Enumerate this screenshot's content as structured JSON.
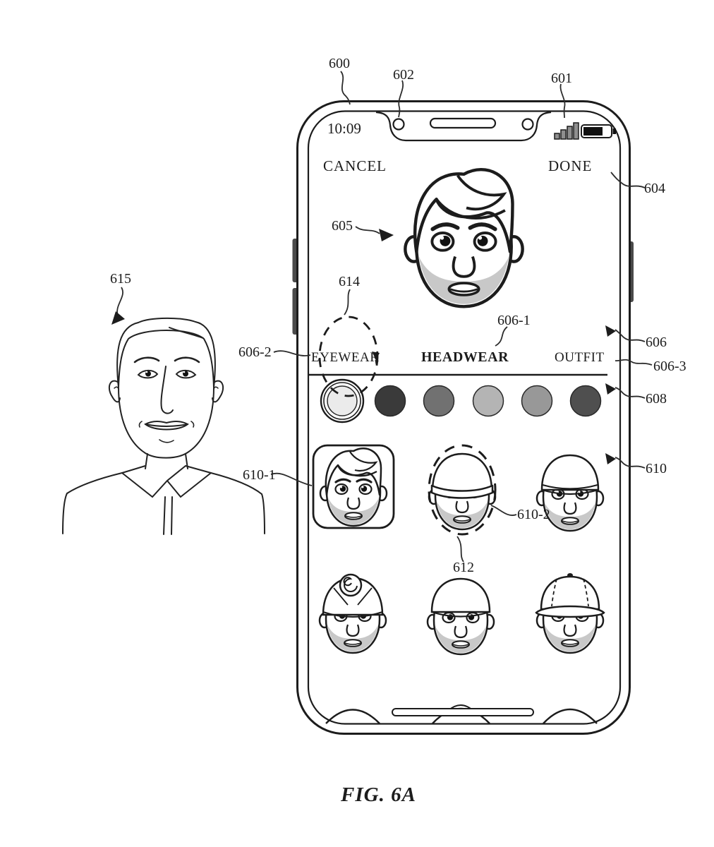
{
  "figure": {
    "caption": "FIG. 6A"
  },
  "reference_labels": {
    "600": "600",
    "601": "601",
    "602": "602",
    "604": "604",
    "605": "605",
    "606": "606",
    "606-1": "606-1",
    "606-2": "606-2",
    "606-3": "606-3",
    "608": "608",
    "610": "610",
    "610-1": "610-1",
    "610-2": "610-2",
    "612": "612",
    "614": "614",
    "615": "615"
  },
  "phone": {
    "status_bar": {
      "time": "10:09",
      "icons": [
        "cellular-signal-icon",
        "battery-icon"
      ]
    },
    "nav": {
      "cancel_label": "CANCEL",
      "done_label": "DONE"
    },
    "tabs": [
      {
        "label": "EYEWEAR",
        "active": false
      },
      {
        "label": "HEADWEAR",
        "active": true
      },
      {
        "label": "OUTFIT",
        "active": false
      }
    ],
    "swatches": {
      "colors": [
        "#ebebeb",
        "#3a3a3a",
        "#717171",
        "#b4b4b4",
        "#989898",
        "#4f4f4f"
      ],
      "selected_index": 0
    },
    "headwear_grid": {
      "options": [
        {
          "name": "hair-no-headwear",
          "state": "selected"
        },
        {
          "name": "beanie",
          "state": "highlighted-dashed"
        },
        {
          "name": "snug-cap",
          "state": "none"
        },
        {
          "name": "turban",
          "state": "none"
        },
        {
          "name": "flat-cap",
          "state": "none"
        },
        {
          "name": "baseball-cap",
          "state": "none"
        }
      ]
    },
    "ink": {
      "line": "#1c1c1c",
      "beard": "#c8c8c8",
      "leader": "#2b2b2b"
    }
  }
}
